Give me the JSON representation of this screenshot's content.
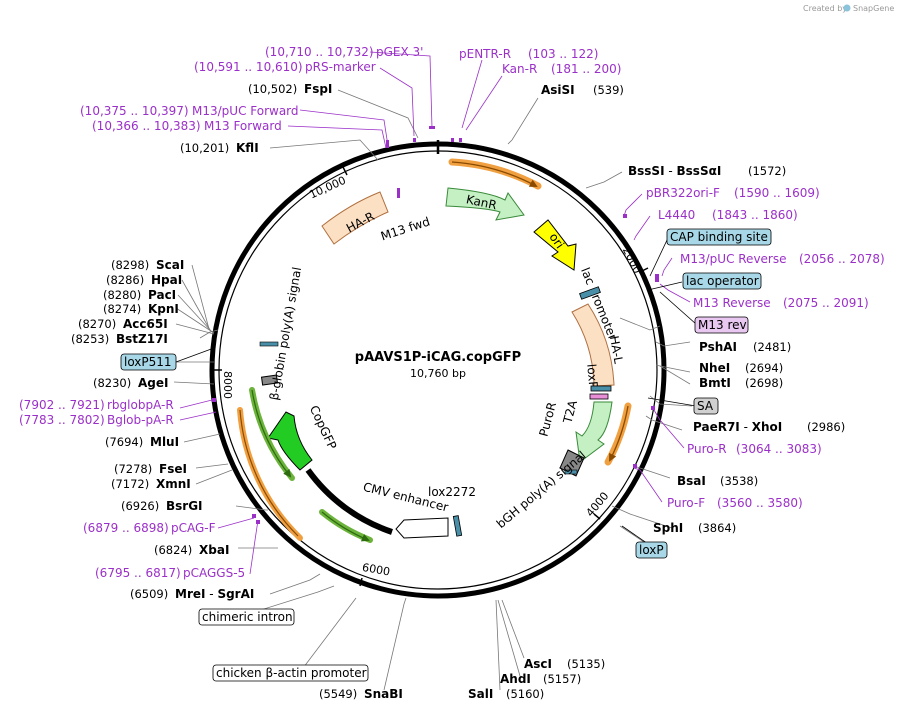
{
  "header": {
    "credit_prefix": "Created by",
    "credit_brand": "SnapGene"
  },
  "plasmid": {
    "name": "pAAVS1P-iCAG.copGFP",
    "length": "10,760 bp"
  },
  "ticks": {
    "t10000": "10,000",
    "t2000": "2000",
    "t8000": "8000",
    "t4000": "4000",
    "t6000": "6000"
  },
  "features": {
    "kanr": "KanR",
    "ori": "ori",
    "ha_l": "HA-L",
    "ha_r": "HA-R",
    "m13fwd": "M13 fwd",
    "lac_promoter": "lac promoter",
    "loxp": "loxP",
    "purор": "PuroR",
    "puror": "PuroR",
    "t2a": "T2A",
    "bgh": "bGH poly(A) signal",
    "lox2272": "lox2272",
    "cmv": "CMV enhancer",
    "copgfp": "CopGFP",
    "bglobin": "β-globin poly(A) signal"
  },
  "sites": {
    "asisi": {
      "name": "AsiSI",
      "pos": "(539)"
    },
    "bsssi": {
      "name": "BssSI",
      "sep": " - ",
      "name2": "BssSαI",
      "pos": "(1572)"
    },
    "pshai": {
      "name": "PshAI",
      "pos": "(2481)"
    },
    "nhei": {
      "name": "NheI",
      "pos": "(2694)"
    },
    "bmti": {
      "name": "BmtI",
      "pos": "(2698)"
    },
    "paer7i": {
      "name": "PaeR7I",
      "sep": " - ",
      "name2": "XhoI",
      "pos": "(2986)"
    },
    "bsai": {
      "name": "BsaI",
      "pos": "(3538)"
    },
    "sphi": {
      "name": "SphI",
      "pos": "(3864)"
    },
    "asci": {
      "name": "AscI",
      "pos": "(5135)"
    },
    "ahdi": {
      "name": "AhdI",
      "pos": "(5157)"
    },
    "sali": {
      "name": "SalI",
      "pos": "(5160)"
    },
    "snabi": {
      "name": "SnaBI",
      "pos": "(5549)"
    },
    "mrei": {
      "name": "MreI",
      "sep": " - ",
      "name2": "SgrAI",
      "pos": "(6509)"
    },
    "xbai": {
      "name": "XbaI",
      "pos": "(6824)"
    },
    "bsrgi": {
      "name": "BsrGI",
      "pos": "(6926)"
    },
    "xmni": {
      "name": "XmnI",
      "pos": "(7172)"
    },
    "fsei": {
      "name": "FseI",
      "pos": "(7278)"
    },
    "mlui": {
      "name": "MluI",
      "pos": "(7694)"
    },
    "agei": {
      "name": "AgeI",
      "pos": "(8230)"
    },
    "bstz17i": {
      "name": "BstZ17I",
      "pos": "(8253)"
    },
    "acc65i": {
      "name": "Acc65I",
      "pos": "(8270)"
    },
    "kpni": {
      "name": "KpnI",
      "pos": "(8274)"
    },
    "paci": {
      "name": "PacI",
      "pos": "(8280)"
    },
    "hpai": {
      "name": "HpaI",
      "pos": "(8286)"
    },
    "scai": {
      "name": "ScaI",
      "pos": "(8298)"
    },
    "kfli": {
      "name": "KflI",
      "pos": "(10,201)"
    },
    "fspi": {
      "name": "FspI",
      "pos": "(10,502)"
    }
  },
  "primers": {
    "pgex3": {
      "pos": "(10,710 .. 10,732)",
      "name": "pGEX 3'"
    },
    "prsmarker": {
      "pos": "(10,591 .. 10,610)",
      "name": "pRS-marker"
    },
    "pentr": {
      "name": "pENTR-R",
      "pos": "(103 .. 122)"
    },
    "kanr_p": {
      "name": "Kan-R",
      "pos": "(181 .. 200)"
    },
    "m13puc_fwd": {
      "pos": "(10,375 .. 10,397)",
      "name": "M13/pUC Forward"
    },
    "m13_fwd": {
      "pos": "(10,366 .. 10,383)",
      "name": "M13 Forward"
    },
    "pbr322": {
      "name": "pBR322ori-F",
      "pos": "(1590 .. 1609)"
    },
    "l4440": {
      "name": "L4440",
      "pos": "(1843 .. 1860)"
    },
    "m13puc_rev": {
      "name": "M13/pUC Reverse",
      "pos": "(2056 .. 2078)"
    },
    "m13_rev": {
      "name": "M13 Reverse",
      "pos": "(2075 .. 2091)"
    },
    "puro_r": {
      "name": "Puro-R",
      "pos": "(3064 .. 3083)"
    },
    "puro_f": {
      "name": "Puro-F",
      "pos": "(3560 .. 3580)"
    },
    "rbglobpa": {
      "pos": "(7902 .. 7921)",
      "name": "rbglobpA-R"
    },
    "bglobpa": {
      "pos": "(7783 .. 7802)",
      "name": "Bglob-pA-R"
    },
    "pcagf": {
      "pos": "(6879 .. 6898)",
      "name": "pCAG-F"
    },
    "pcaggs5": {
      "pos": "(6795 .. 6817)",
      "name": "pCAGGS-5"
    }
  },
  "boxes": {
    "cap": "CAP binding site",
    "lacop": "lac operator",
    "m13rev": "M13 rev",
    "sa": "SA",
    "loxp_box": "loxP",
    "loxp511": "loxP511",
    "chimeric": "chimeric intron",
    "chicken": "chicken β-actin promoter"
  },
  "colors": {
    "primer": "#9b30c8",
    "kanr": "#c4f0c4",
    "ori": "#ffff00",
    "ha": "#fbe0c4",
    "copgfp": "#22cc22",
    "orange_arrow": "#f0a040",
    "green_arrow": "#6cb33c",
    "lox": "#4a8fa8",
    "box_blue": "#a8d8e8",
    "box_purple": "#e8c8f0",
    "box_grey": "#d0d0d0"
  }
}
